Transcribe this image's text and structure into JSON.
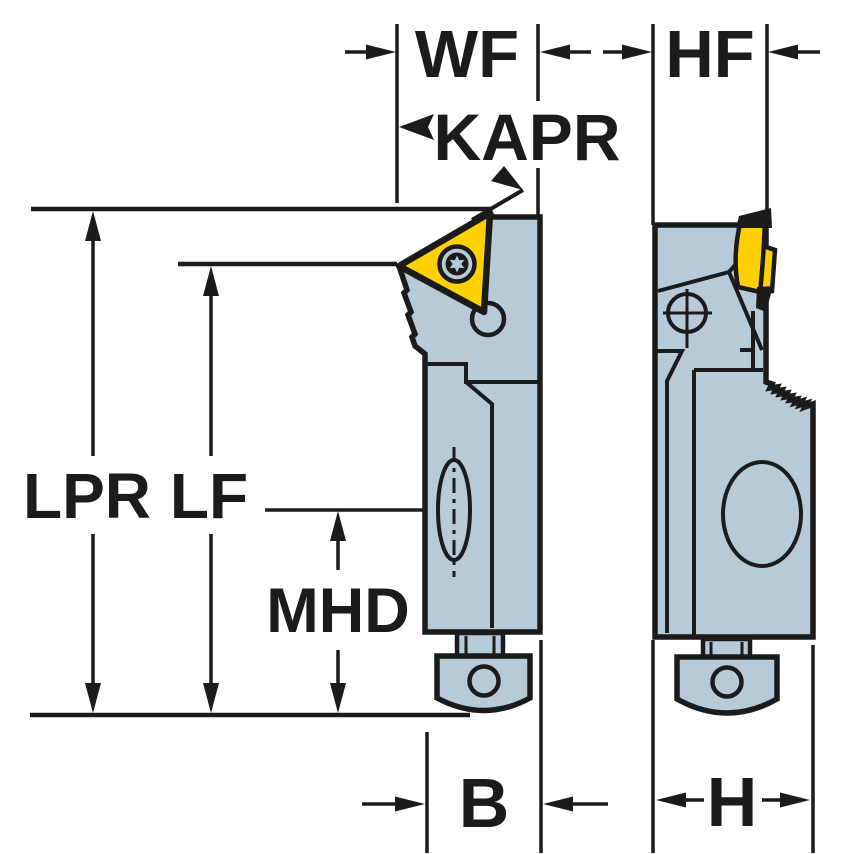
{
  "figure": {
    "kind": "tool-holder-dimension-drawing",
    "labels": {
      "wf": "WF",
      "hf": "HF",
      "kapr": "KAPR",
      "lpr": "LPR",
      "lf": "LF",
      "mhd": "MHD",
      "b": "B",
      "h": "H"
    },
    "colors": {
      "outline": "#1b1b1b",
      "body_fill": "#b7cad7",
      "insert_fill": "#ffd103",
      "background": "#ffffff"
    }
  }
}
